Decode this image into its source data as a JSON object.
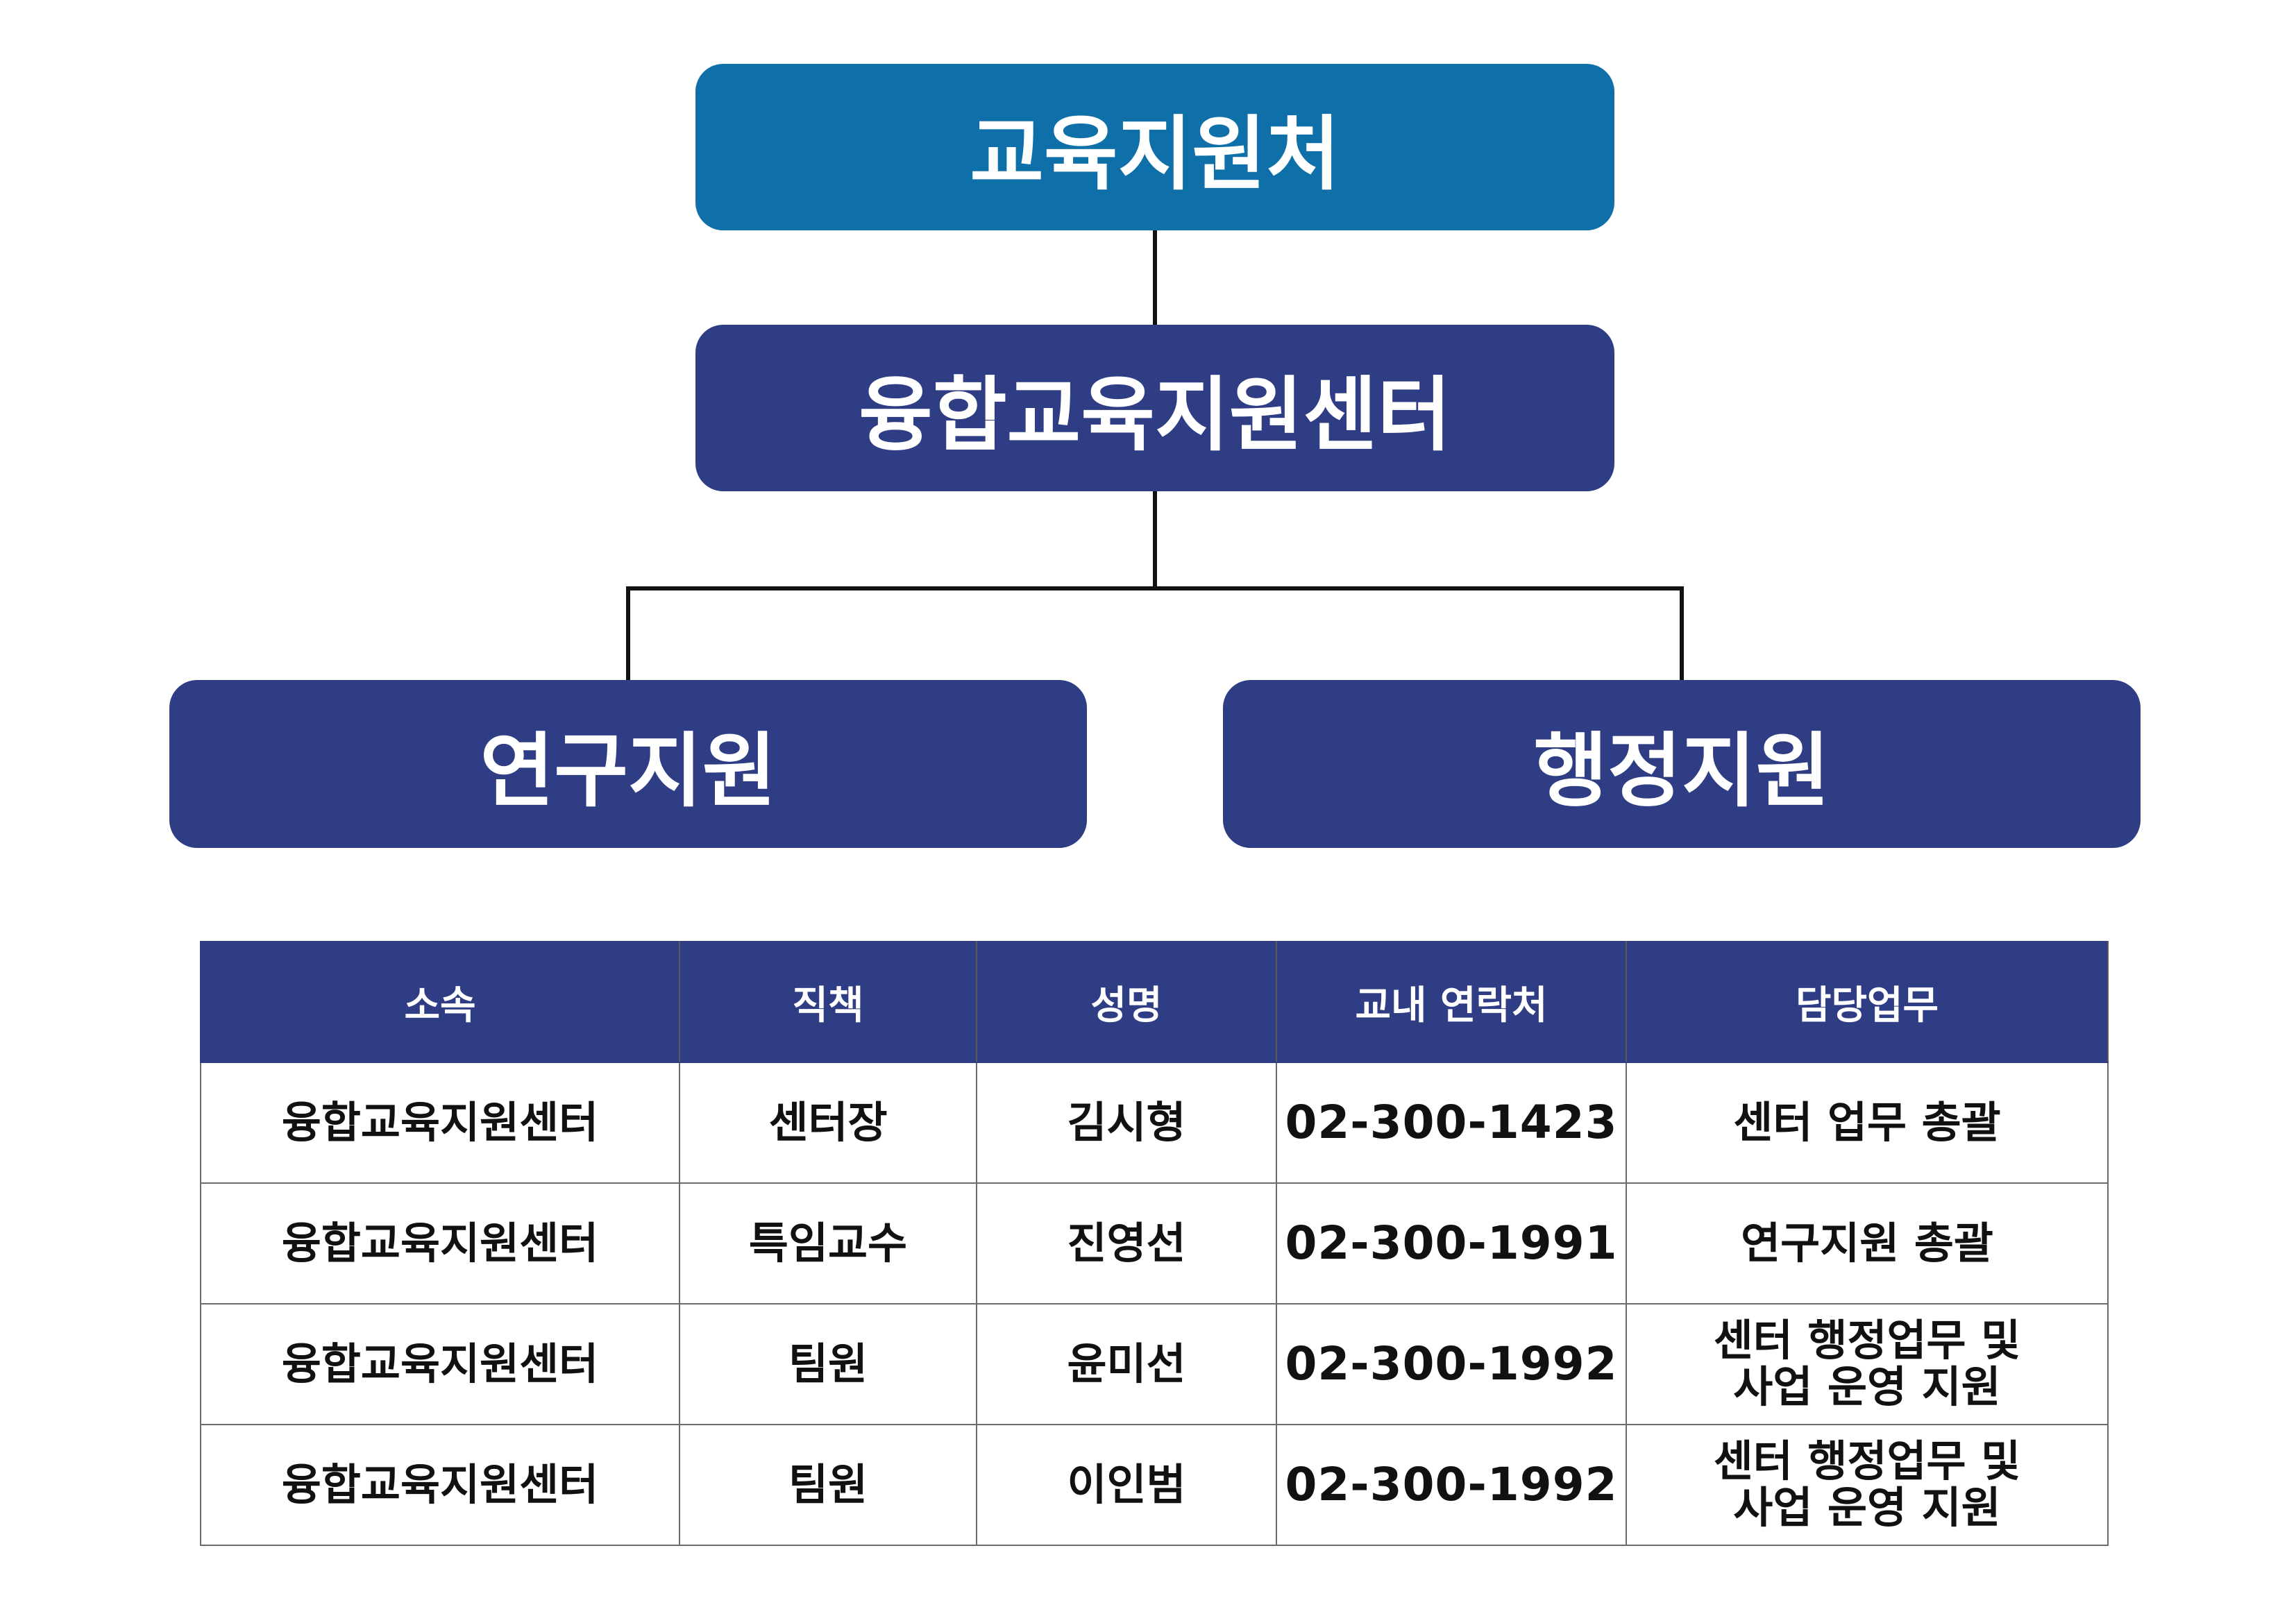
{
  "org_chart": {
    "top": "교육지원처",
    "center": "융합교육지원센터",
    "branches": [
      "연구지원",
      "행정지원"
    ]
  },
  "table": {
    "headers": [
      "소속",
      "직책",
      "성명",
      "교내 연락처",
      "담당업무"
    ],
    "rows": [
      [
        "융합교육지원센터",
        "센터장",
        "김시형",
        "02-300-1423",
        "센터 업무 총괄",
        ""
      ],
      [
        "융합교육지원센터",
        "특임교수",
        "진영선",
        "02-300-1991",
        "연구지원 총괄",
        ""
      ],
      [
        "융합교육지원센터",
        "팀원",
        "윤미선",
        "02-300-1992",
        "센터 행정업무 및",
        "사업 운영 지원"
      ],
      [
        "융합교육지원센터",
        "팀원",
        "이인범",
        "02-300-1992",
        "센터 행정업무 및",
        "사업 운영 지원"
      ]
    ]
  },
  "colors": {
    "top_box": "#0f6fa8",
    "navy": "#2f3d85",
    "line": "#111111"
  }
}
